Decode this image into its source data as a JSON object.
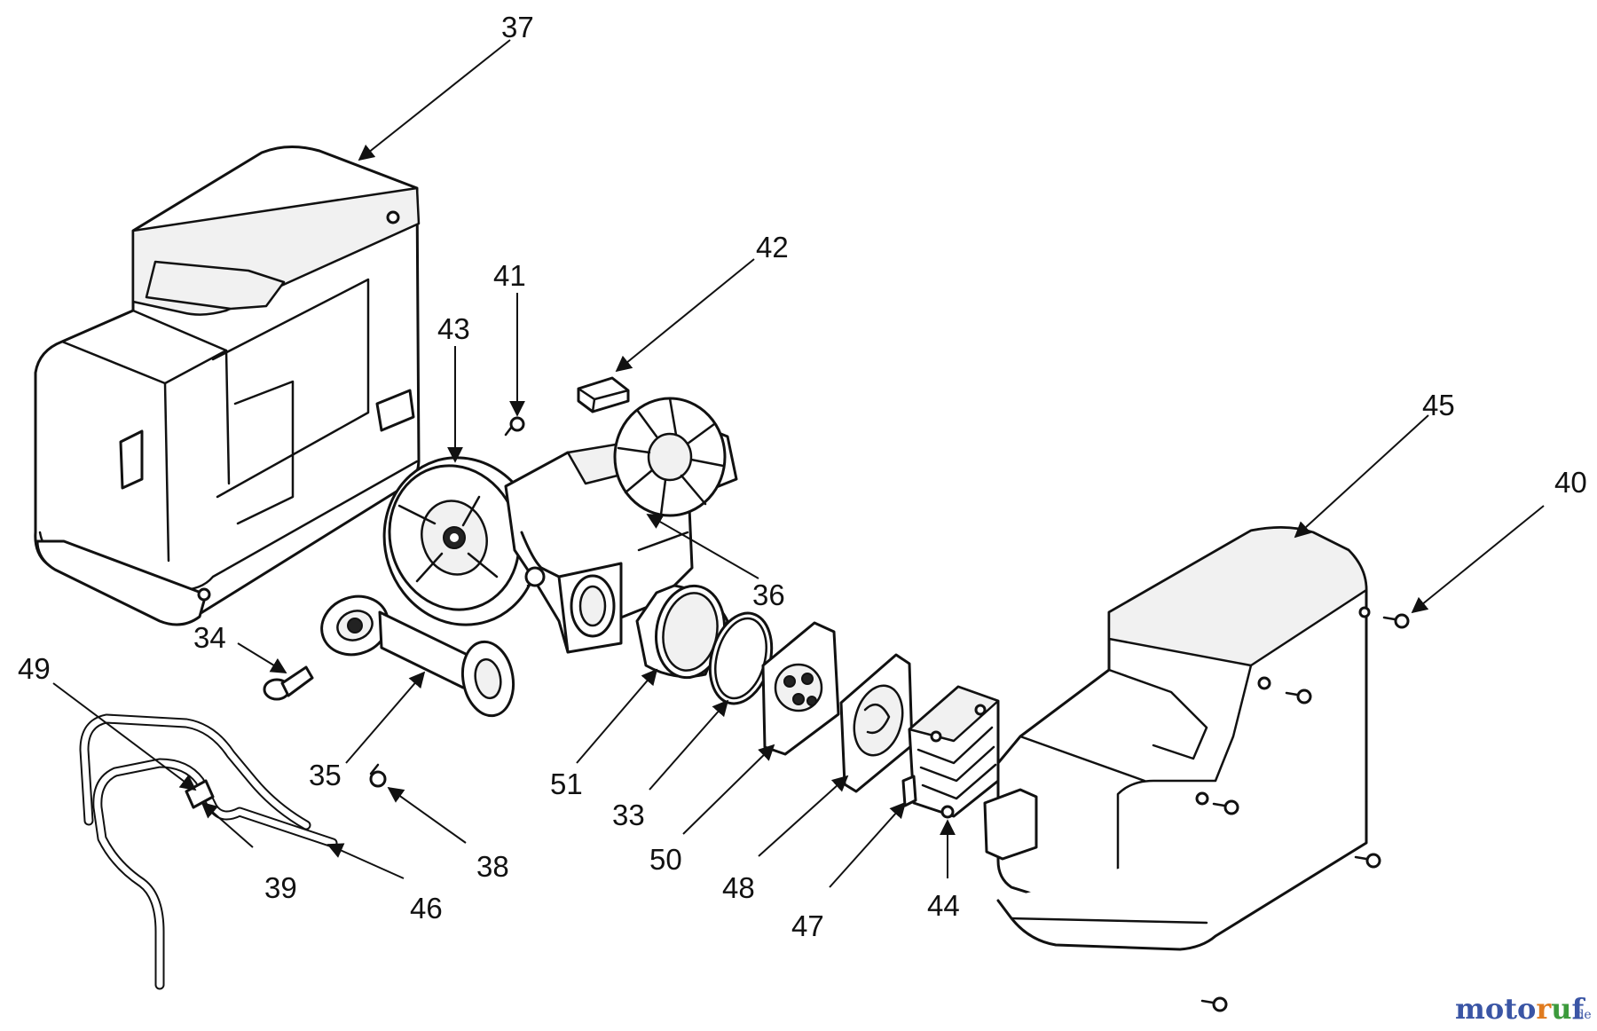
{
  "diagram": {
    "callouts": {
      "c37": "37",
      "c41": "41",
      "c42": "42",
      "c43": "43",
      "c45": "45",
      "c40": "40",
      "c36": "36",
      "c34": "34",
      "c49": "49",
      "c35": "35",
      "c51": "51",
      "c33": "33",
      "c50": "50",
      "c48": "48",
      "c47": "47",
      "c44": "44",
      "c38": "38",
      "c39": "39",
      "c46": "46"
    },
    "watermark": {
      "m": "m",
      "o1": "o",
      "t": "t",
      "o2": "o",
      "r": "r",
      "u": "u",
      "f": "f",
      "suffix": ".de"
    },
    "colors": {
      "watermark_blue": "#3a55a5",
      "watermark_orange": "#e07b1f",
      "watermark_green": "#3c9a3c",
      "line": "#111111"
    }
  }
}
